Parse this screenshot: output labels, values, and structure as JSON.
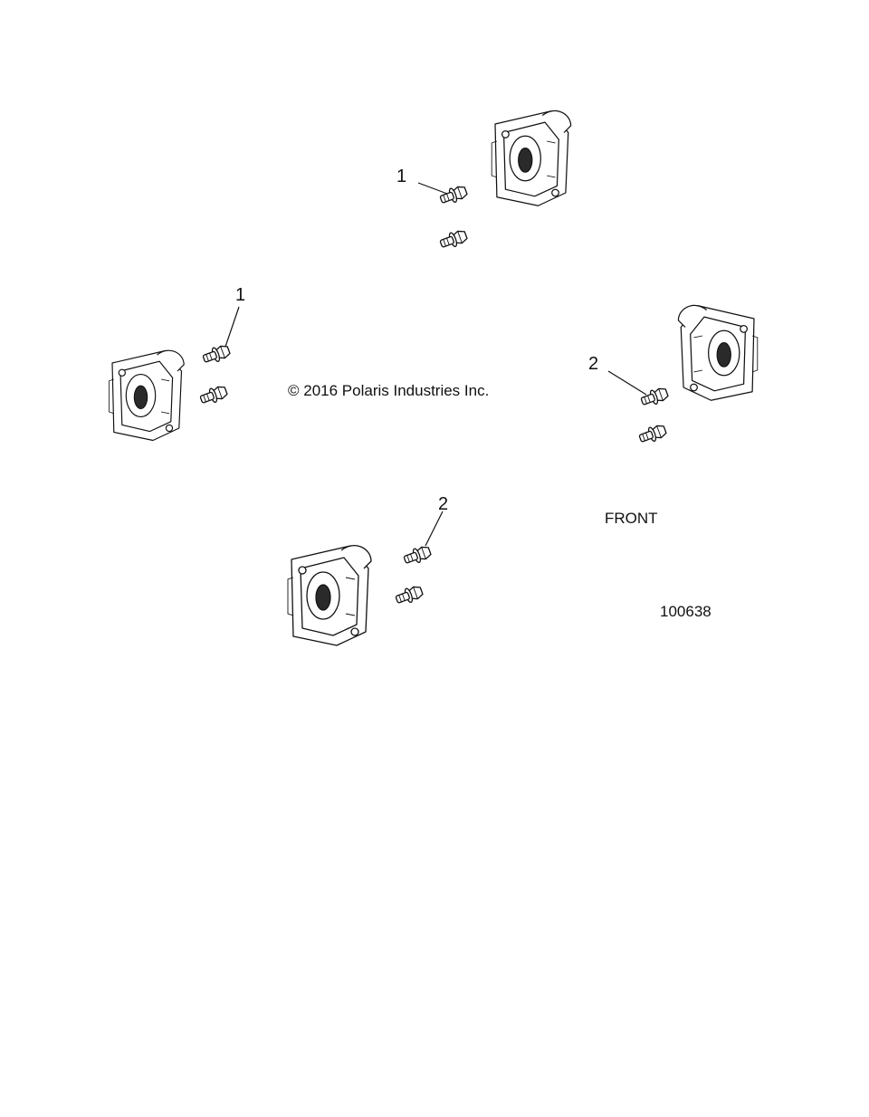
{
  "copyright": "© 2016 Polaris Industries Inc.",
  "front_label": "FRONT",
  "diagram_number": "100638",
  "callouts": {
    "top_bolt": "1",
    "left_bolt": "1",
    "right_bolt": "2",
    "bottom_bolt": "2"
  },
  "parts": {
    "1": "bolt",
    "2": "bolt",
    "caliper_count": 4
  }
}
